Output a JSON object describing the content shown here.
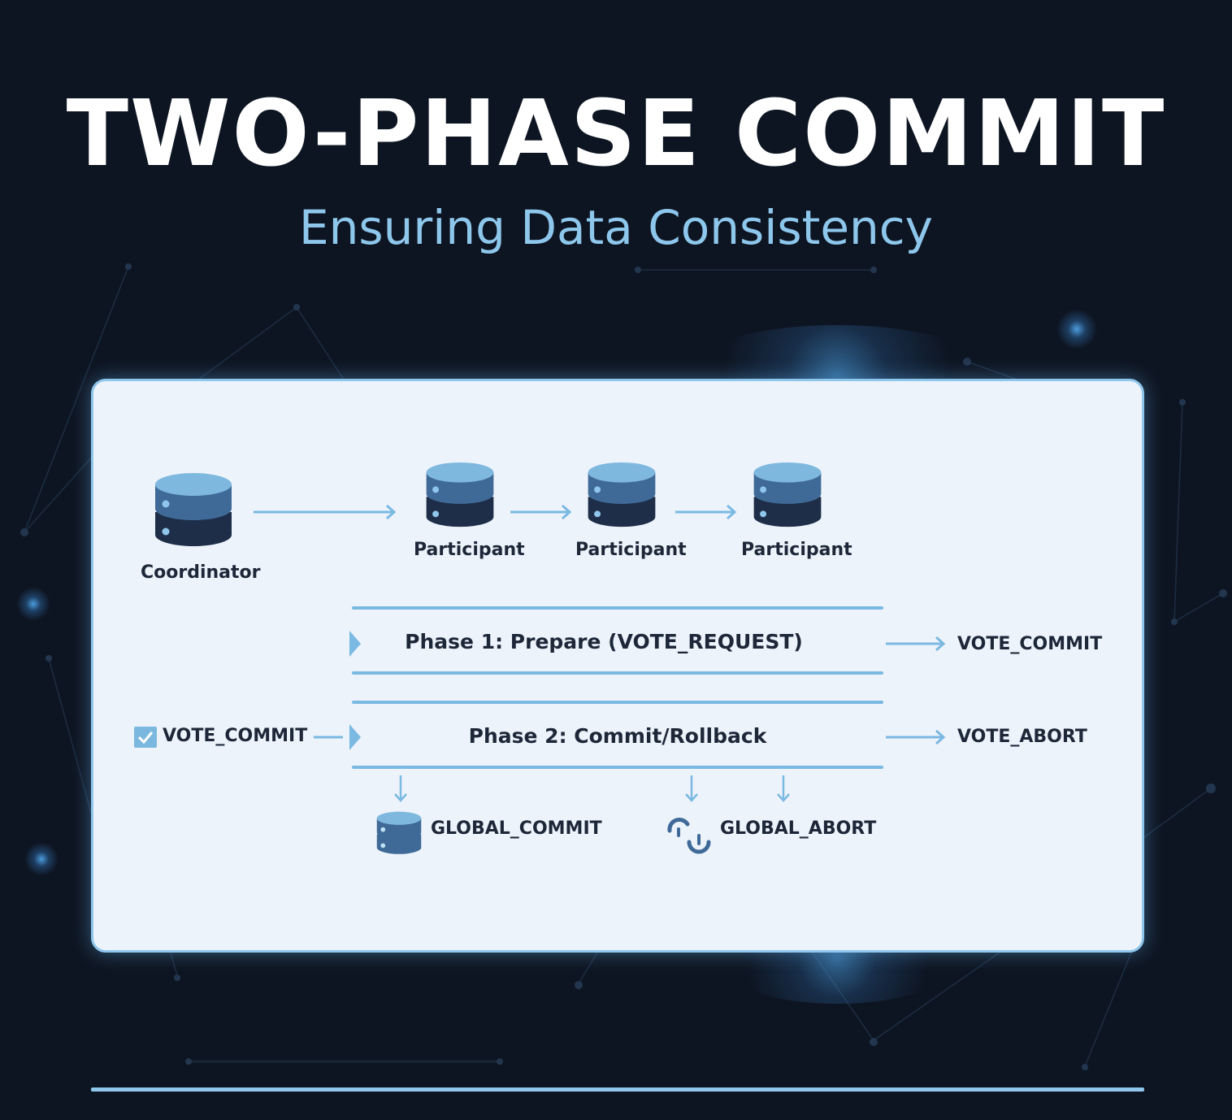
{
  "header": {
    "title": "TWO-PHASE COMMIT",
    "subtitle": "Ensuring Data Consistency"
  },
  "diagram": {
    "nodes": {
      "coordinator": {
        "label": "Coordinator",
        "icon": "database-icon"
      },
      "participants": [
        {
          "label": "Participant",
          "icon": "database-icon"
        },
        {
          "label": "Participant",
          "icon": "database-icon"
        },
        {
          "label": "Participant",
          "icon": "database-icon"
        }
      ]
    },
    "phases": [
      {
        "label": "Phase 1: Prepare (VOTE_REQUEST)",
        "response": "VOTE_COMMIT"
      },
      {
        "label": "Phase 2: Commit/Rollback",
        "response": "VOTE_ABORT"
      }
    ],
    "input_vote": {
      "label": "VOTE_COMMIT",
      "icon": "checkbox-checked-icon"
    },
    "outcomes": [
      {
        "label": "GLOBAL_COMMIT",
        "icon": "database-icon"
      },
      {
        "label": "GLOBAL_ABORT",
        "icon": "abort-cycle-icon"
      }
    ]
  },
  "colors": {
    "background": "#0e1522",
    "panel": "#edf3fb",
    "accent": "#7ab9e2",
    "subtitle": "#8ec7ec",
    "db_top": "#7fb8df",
    "db_mid": "#3f6a98",
    "db_bottom": "#1e2e48",
    "text_dark": "#1d2738"
  }
}
